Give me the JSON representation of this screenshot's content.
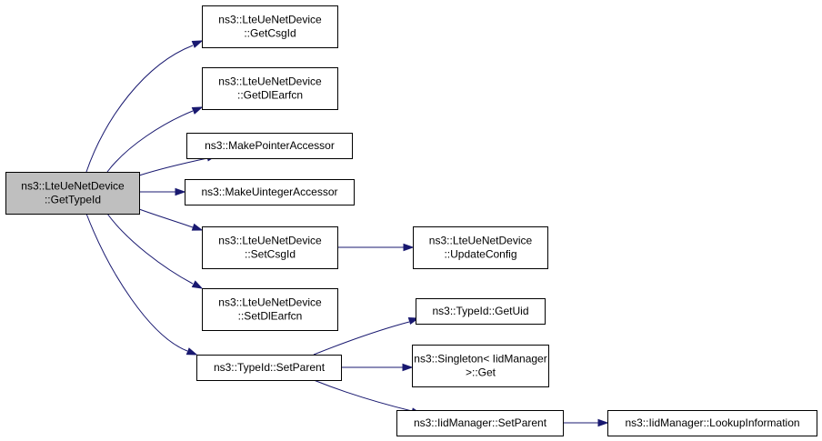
{
  "nodes": [
    {
      "id": "root",
      "lines": [
        "ns3::LteUeNetDevice",
        "::GetTypeId"
      ]
    },
    {
      "id": "get_csg_id",
      "lines": [
        "ns3::LteUeNetDevice",
        "::GetCsgId"
      ]
    },
    {
      "id": "get_dl_earfcn",
      "lines": [
        "ns3::LteUeNetDevice",
        "::GetDlEarfcn"
      ]
    },
    {
      "id": "make_pointer_accessor",
      "lines": [
        "ns3::MakePointerAccessor"
      ]
    },
    {
      "id": "make_uinteger_accessor",
      "lines": [
        "ns3::MakeUintegerAccessor"
      ]
    },
    {
      "id": "set_csg_id",
      "lines": [
        "ns3::LteUeNetDevice",
        "::SetCsgId"
      ]
    },
    {
      "id": "update_config",
      "lines": [
        "ns3::LteUeNetDevice",
        "::UpdateConfig"
      ]
    },
    {
      "id": "set_dl_earfcn",
      "lines": [
        "ns3::LteUeNetDevice",
        "::SetDlEarfcn"
      ]
    },
    {
      "id": "typeid_get_uid",
      "lines": [
        "ns3::TypeId::GetUid"
      ]
    },
    {
      "id": "typeid_set_parent",
      "lines": [
        "ns3::TypeId::SetParent"
      ]
    },
    {
      "id": "singleton_get",
      "lines": [
        "ns3::Singleton< IidManager",
        ">::Get"
      ]
    },
    {
      "id": "iidmanager_set_parent",
      "lines": [
        "ns3::IidManager::SetParent"
      ]
    },
    {
      "id": "iidmanager_lookup",
      "lines": [
        "ns3::IidManager::LookupInformation"
      ]
    }
  ],
  "edges": [
    {
      "from": "root",
      "to": "get_csg_id"
    },
    {
      "from": "root",
      "to": "get_dl_earfcn"
    },
    {
      "from": "root",
      "to": "make_pointer_accessor"
    },
    {
      "from": "root",
      "to": "make_uinteger_accessor"
    },
    {
      "from": "root",
      "to": "set_csg_id"
    },
    {
      "from": "root",
      "to": "set_dl_earfcn"
    },
    {
      "from": "root",
      "to": "typeid_set_parent"
    },
    {
      "from": "set_csg_id",
      "to": "update_config"
    },
    {
      "from": "typeid_set_parent",
      "to": "typeid_get_uid"
    },
    {
      "from": "typeid_set_parent",
      "to": "singleton_get"
    },
    {
      "from": "typeid_set_parent",
      "to": "iidmanager_set_parent"
    },
    {
      "from": "iidmanager_set_parent",
      "to": "iidmanager_lookup"
    }
  ],
  "colors": {
    "edge": "#191970",
    "root_fill": "#bfbfbf",
    "node_fill": "#ffffff",
    "border": "#000000"
  }
}
